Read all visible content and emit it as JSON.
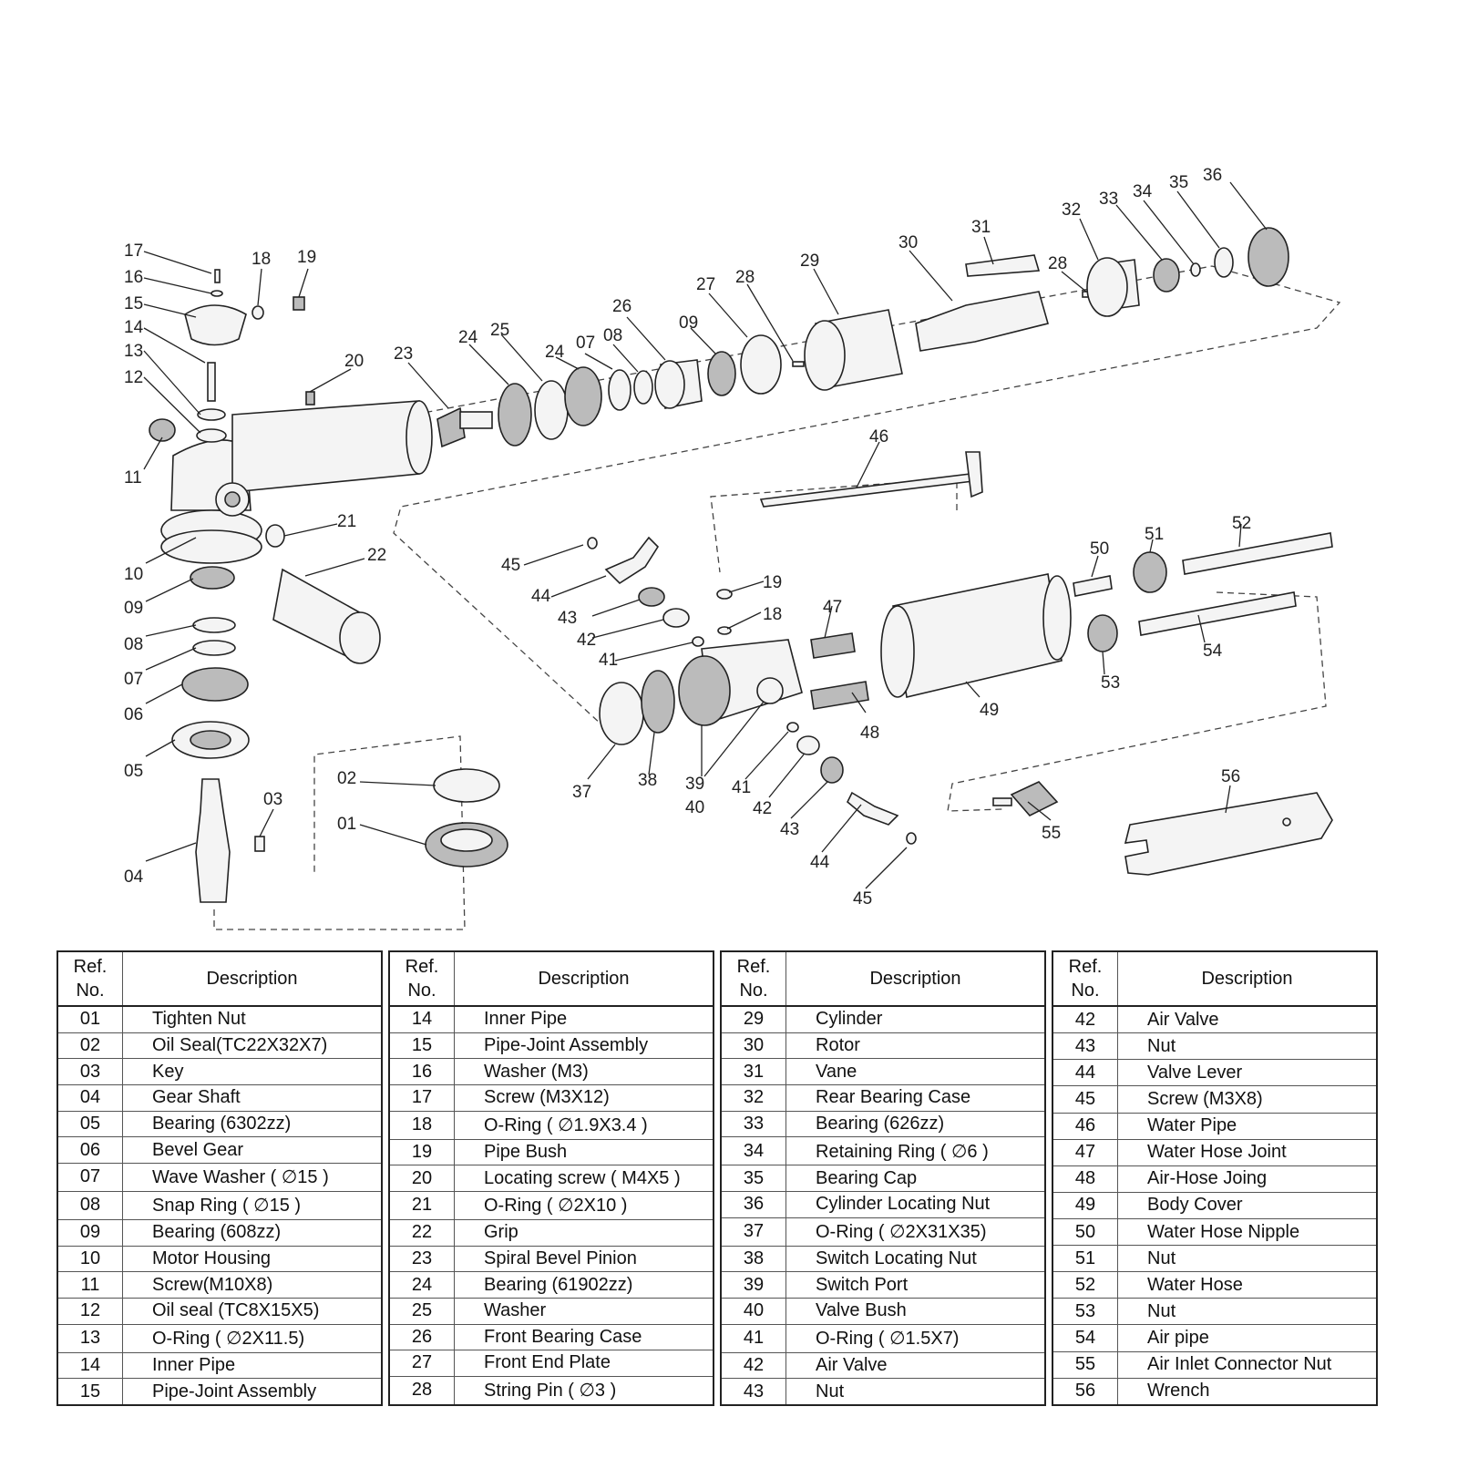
{
  "diagram": {
    "labels": [
      {
        "id": "17",
        "text": "17"
      },
      {
        "id": "16",
        "text": "16"
      },
      {
        "id": "15",
        "text": "15"
      },
      {
        "id": "14",
        "text": "14"
      },
      {
        "id": "13",
        "text": "13"
      },
      {
        "id": "12",
        "text": "12"
      },
      {
        "id": "11",
        "text": "11"
      },
      {
        "id": "10",
        "text": "10"
      },
      {
        "id": "09",
        "text": "09"
      },
      {
        "id": "08",
        "text": "08"
      },
      {
        "id": "07",
        "text": "07"
      },
      {
        "id": "06",
        "text": "06"
      },
      {
        "id": "05",
        "text": "05"
      },
      {
        "id": "04",
        "text": "04"
      },
      {
        "id": "03",
        "text": "03"
      },
      {
        "id": "02",
        "text": "02"
      },
      {
        "id": "01",
        "text": "01"
      },
      {
        "id": "18a",
        "text": "18"
      },
      {
        "id": "19a",
        "text": "19"
      },
      {
        "id": "20",
        "text": "20"
      },
      {
        "id": "21",
        "text": "21"
      },
      {
        "id": "22",
        "text": "22"
      },
      {
        "id": "23",
        "text": "23"
      },
      {
        "id": "24a",
        "text": "24"
      },
      {
        "id": "25",
        "text": "25"
      },
      {
        "id": "24b",
        "text": "24"
      },
      {
        "id": "07b",
        "text": "07"
      },
      {
        "id": "08b",
        "text": "08"
      },
      {
        "id": "26",
        "text": "26"
      },
      {
        "id": "09b",
        "text": "09"
      },
      {
        "id": "27",
        "text": "27"
      },
      {
        "id": "28a",
        "text": "28"
      },
      {
        "id": "29",
        "text": "29"
      },
      {
        "id": "30",
        "text": "30"
      },
      {
        "id": "31",
        "text": "31"
      },
      {
        "id": "28b",
        "text": "28"
      },
      {
        "id": "32",
        "text": "32"
      },
      {
        "id": "33",
        "text": "33"
      },
      {
        "id": "34",
        "text": "34"
      },
      {
        "id": "35",
        "text": "35"
      },
      {
        "id": "36",
        "text": "36"
      },
      {
        "id": "46",
        "text": "46"
      },
      {
        "id": "45a",
        "text": "45"
      },
      {
        "id": "44a",
        "text": "44"
      },
      {
        "id": "43a",
        "text": "43"
      },
      {
        "id": "42a",
        "text": "42"
      },
      {
        "id": "41a",
        "text": "41"
      },
      {
        "id": "19b",
        "text": "19"
      },
      {
        "id": "18b",
        "text": "18"
      },
      {
        "id": "47",
        "text": "47"
      },
      {
        "id": "48",
        "text": "48"
      },
      {
        "id": "49",
        "text": "49"
      },
      {
        "id": "50",
        "text": "50"
      },
      {
        "id": "51",
        "text": "51"
      },
      {
        "id": "52",
        "text": "52"
      },
      {
        "id": "53",
        "text": "53"
      },
      {
        "id": "54",
        "text": "54"
      },
      {
        "id": "37",
        "text": "37"
      },
      {
        "id": "38",
        "text": "38"
      },
      {
        "id": "39",
        "text": "39"
      },
      {
        "id": "40",
        "text": "40"
      },
      {
        "id": "41b",
        "text": "41"
      },
      {
        "id": "42b",
        "text": "42"
      },
      {
        "id": "43b",
        "text": "43"
      },
      {
        "id": "44b",
        "text": "44"
      },
      {
        "id": "45b",
        "text": "45"
      },
      {
        "id": "55",
        "text": "55"
      },
      {
        "id": "56",
        "text": "56"
      }
    ]
  },
  "table": {
    "header": {
      "ref": "Ref.",
      "no": "No.",
      "description": "Description"
    },
    "columns": [
      [
        {
          "ref": "01",
          "desc": "Tighten Nut"
        },
        {
          "ref": "02",
          "desc": "Oil Seal(TC22X32X7)"
        },
        {
          "ref": "03",
          "desc": "Key"
        },
        {
          "ref": "04",
          "desc": "Gear Shaft"
        },
        {
          "ref": "05",
          "desc": "Bearing (6302zz)"
        },
        {
          "ref": "06",
          "desc": "Bevel Gear"
        },
        {
          "ref": "07",
          "desc": "Wave Washer ( ∅15 )"
        },
        {
          "ref": "08",
          "desc": "Snap Ring ( ∅15 )"
        },
        {
          "ref": "09",
          "desc": "Bearing (608zz)"
        },
        {
          "ref": "10",
          "desc": "Motor  Housing"
        },
        {
          "ref": "11",
          "desc": "Screw(M10X8)"
        },
        {
          "ref": "12",
          "desc": "Oil seal (TC8X15X5)"
        },
        {
          "ref": "13",
          "desc": "O-Ring ( ∅2X11.5)"
        },
        {
          "ref": "14",
          "desc": "Inner Pipe"
        },
        {
          "ref": "15",
          "desc": "Pipe-Joint Assembly"
        }
      ],
      [
        {
          "ref": "14",
          "desc": "Inner Pipe"
        },
        {
          "ref": "15",
          "desc": "Pipe-Joint Assembly"
        },
        {
          "ref": "16",
          "desc": "Washer (M3)"
        },
        {
          "ref": "17",
          "desc": "Screw  (M3X12)"
        },
        {
          "ref": "18",
          "desc": "O-Ring ( ∅1.9X3.4 )"
        },
        {
          "ref": "19",
          "desc": "Pipe Bush"
        },
        {
          "ref": "20",
          "desc": "Locating screw ( M4X5 )"
        },
        {
          "ref": "21",
          "desc": "O-Ring ( ∅2X10 )"
        },
        {
          "ref": "22",
          "desc": "Grip"
        },
        {
          "ref": "23",
          "desc": "Spiral Bevel Pinion"
        },
        {
          "ref": "24",
          "desc": "Bearing (61902zz)"
        },
        {
          "ref": "25",
          "desc": "Washer"
        },
        {
          "ref": "26",
          "desc": "Front Bearing Case"
        },
        {
          "ref": "27",
          "desc": "Front End Plate"
        },
        {
          "ref": "28",
          "desc": " String Pin ( ∅3 )"
        }
      ],
      [
        {
          "ref": "29",
          "desc": "Cylinder"
        },
        {
          "ref": "30",
          "desc": "Rotor"
        },
        {
          "ref": "31",
          "desc": "Vane"
        },
        {
          "ref": "32",
          "desc": "Rear Bearing Case"
        },
        {
          "ref": "33",
          "desc": "Bearing (626zz)"
        },
        {
          "ref": "34",
          "desc": "Retaining Ring ( ∅6 )"
        },
        {
          "ref": "35",
          "desc": "Bearing Cap"
        },
        {
          "ref": "36",
          "desc": "Cylinder Locating Nut"
        },
        {
          "ref": "37",
          "desc": "O-Ring ( ∅2X31X35)"
        },
        {
          "ref": "38",
          "desc": "Switch Locating Nut"
        },
        {
          "ref": "39",
          "desc": "Switch Port"
        },
        {
          "ref": "40",
          "desc": "Valve Bush"
        },
        {
          "ref": "41",
          "desc": "O-Ring ( ∅1.5X7)"
        },
        {
          "ref": "42",
          "desc": "Air Valve"
        },
        {
          "ref": "43",
          "desc": "Nut"
        }
      ],
      [
        {
          "ref": "42",
          "desc": "Air Valve"
        },
        {
          "ref": "43",
          "desc": "Nut"
        },
        {
          "ref": "44",
          "desc": "Valve Lever"
        },
        {
          "ref": "45",
          "desc": "Screw (M3X8)"
        },
        {
          "ref": "46",
          "desc": "Water Pipe"
        },
        {
          "ref": "47",
          "desc": "Water Hose Joint"
        },
        {
          "ref": "48",
          "desc": "Air-Hose Joing"
        },
        {
          "ref": "49",
          "desc": "Body Cover"
        },
        {
          "ref": "50",
          "desc": "Water Hose Nipple"
        },
        {
          "ref": "51",
          "desc": "Nut"
        },
        {
          "ref": "52",
          "desc": "Water Hose"
        },
        {
          "ref": "53",
          "desc": "Nut"
        },
        {
          "ref": "54",
          "desc": "Air  pipe"
        },
        {
          "ref": "55",
          "desc": "Air Inlet Connector Nut"
        },
        {
          "ref": "56",
          "desc": "Wrench"
        }
      ]
    ]
  }
}
